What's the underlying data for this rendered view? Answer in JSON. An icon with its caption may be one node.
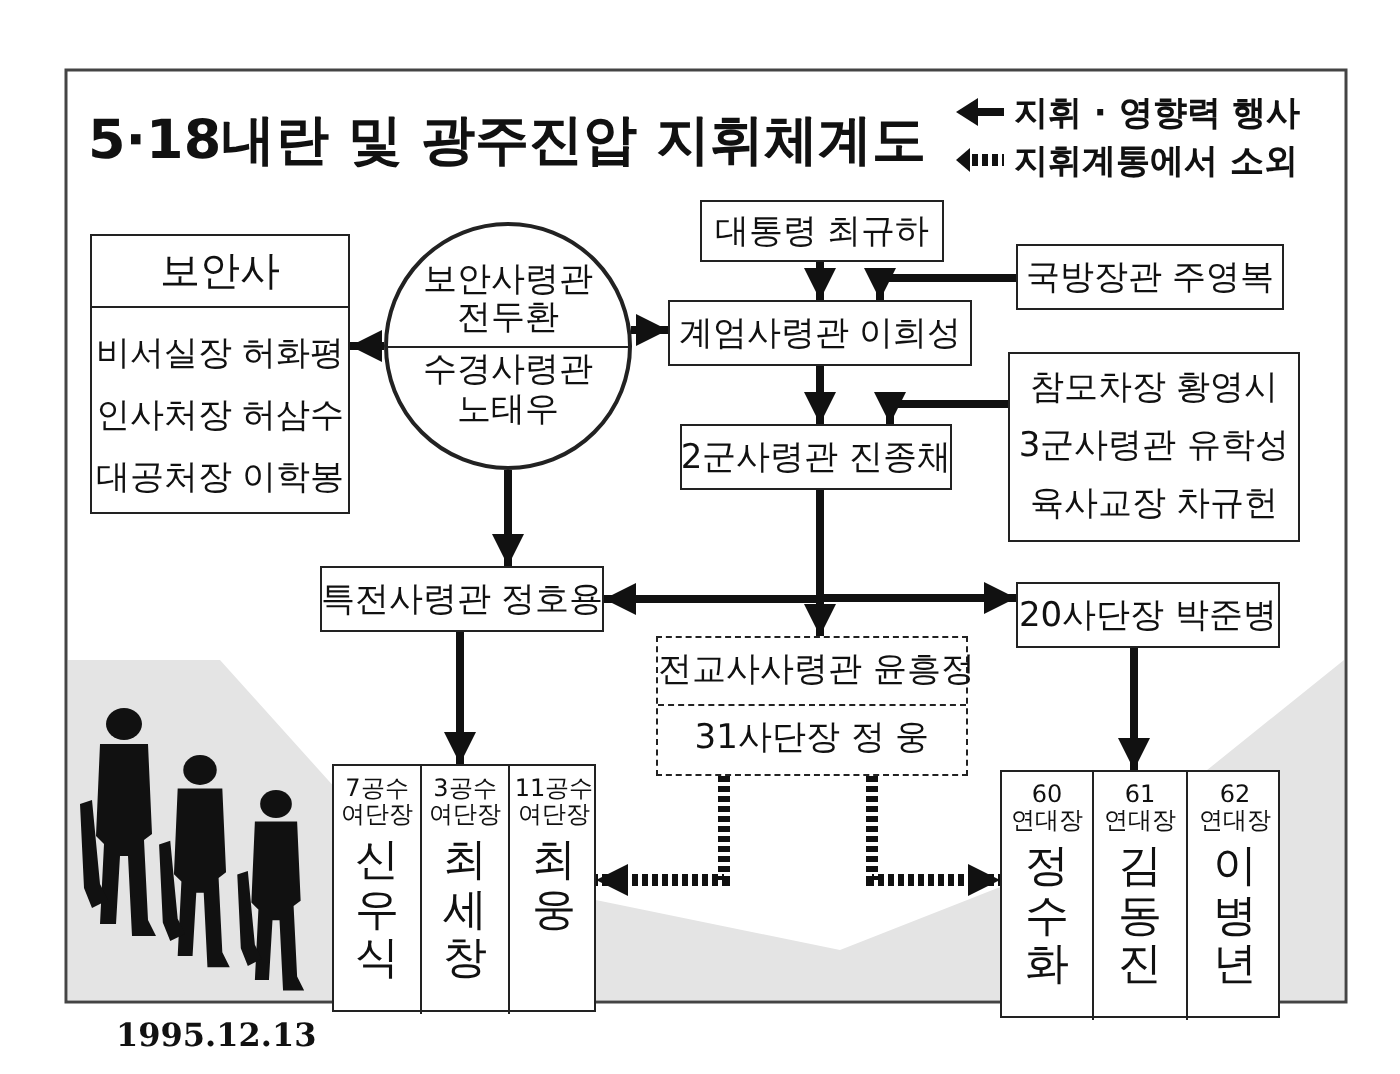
{
  "diagram": {
    "title": "5·18내란 및 광주진압 지휘체계도",
    "nodes": [
      {
        "text": [
          "보안사",
          "비서실장 허화평",
          "인사처장 허삼수",
          "대공처장 이학봉"
        ]
      },
      {
        "text": [
          "보안사령관 전두환",
          "수경사령관 노태우"
        ]
      },
      {
        "text": [
          "대통령 최규하"
        ]
      },
      {
        "text": [
          "국방장관 주영복"
        ]
      },
      {
        "text": [
          "계엄사령관 이희성"
        ]
      },
      {
        "text": [
          "참모차장 황영시",
          "3군사령관 유학성",
          "육사교장 차규헌"
        ]
      },
      {
        "text": [
          "2군사령관 진종채"
        ]
      },
      {
        "text": [
          "특전사령관 정호용"
        ]
      },
      {
        "text": [
          "전교사사령관 윤흥정",
          "31사단장 정 웅"
        ]
      },
      {
        "text": [
          "20사단장 박준병"
        ]
      },
      {
        "text": [],
        "shape": "box"
      },
      {
        "text": [
          "7공수 여단장",
          "신우식"
        ],
        "in": 10
      },
      {
        "text": [
          "3공수 여단장",
          "최세창"
        ],
        "in": 10
      },
      {
        "text": [
          "11공수 여단장",
          "최웅"
        ],
        "in": 10
      },
      {
        "text": [],
        "shape": "box"
      },
      {
        "text": [
          "60 연대장",
          "정수화"
        ],
        "in": 14
      },
      {
        "text": [
          "61 연대장",
          "김동진"
        ],
        "in": 14
      },
      {
        "text": [
          "62 연대장",
          "이병년"
        ],
        "in": 14
      }
    ],
    "edges": [
      {
        "from": 1,
        "to": 0,
        "arrow": "to"
      },
      {
        "from": 1,
        "to": 4,
        "arrow": "to"
      },
      {
        "from": 2,
        "to": 4,
        "arrow": "to"
      },
      {
        "from": 3,
        "to": 4,
        "arrow": "to"
      },
      {
        "from": 4,
        "to": 6,
        "arrow": "to"
      },
      {
        "from": 5,
        "to": 6,
        "arrow": "to"
      },
      {
        "from": 1,
        "to": 7,
        "arrow": "to"
      },
      {
        "from": 6,
        "to": 7,
        "arrow": "to"
      },
      {
        "from": 6,
        "to": 8,
        "arrow": "to"
      },
      {
        "from": 6,
        "to": 9,
        "arrow": "to"
      },
      {
        "from": 7,
        "to": 10,
        "arrow": "to"
      },
      {
        "from": 9,
        "to": 14,
        "arrow": "to"
      },
      {
        "from": 8,
        "to": 10,
        "arrow": "to",
        "style": "dashed"
      },
      {
        "from": 8,
        "to": 14,
        "arrow": "to",
        "style": "dashed"
      }
    ],
    "labels": [
      "1995.12.13"
    ],
    "legend": [
      {
        "text": "지휘 · 영향력 행사"
      },
      {
        "text": "지휘계통에서 소외"
      }
    ]
  }
}
